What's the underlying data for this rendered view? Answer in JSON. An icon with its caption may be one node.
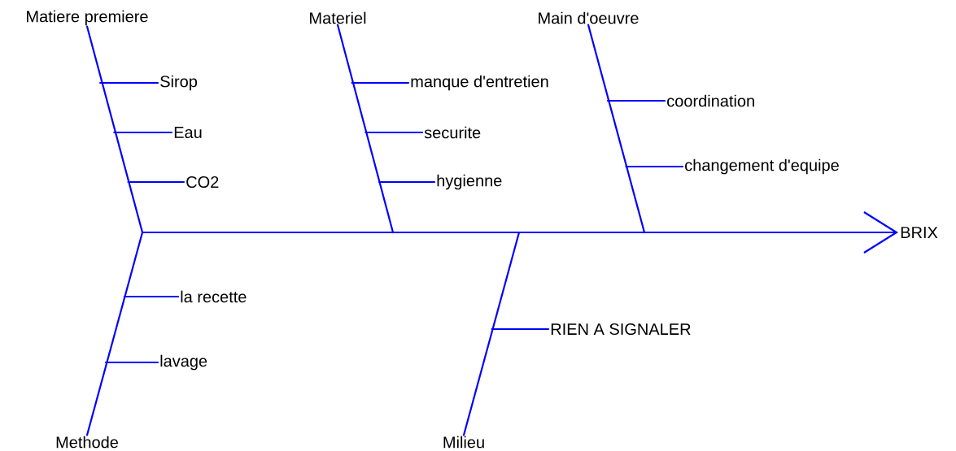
{
  "diagram": {
    "nodes": [
      {
        "text": [
          "Matiere premiere"
        ]
      },
      {
        "text": [
          "Sirop"
        ]
      },
      {
        "text": [
          "Eau"
        ]
      },
      {
        "text": [
          "CO2"
        ]
      },
      {
        "text": [
          "Materiel"
        ]
      },
      {
        "text": [
          "manque d'entretien"
        ]
      },
      {
        "text": [
          "securite"
        ]
      },
      {
        "text": [
          "hygienne"
        ]
      },
      {
        "text": [
          "Main d'oeuvre"
        ]
      },
      {
        "text": [
          "coordination"
        ]
      },
      {
        "text": [
          "changement d'equipe"
        ]
      },
      {
        "text": [
          "Methode"
        ]
      },
      {
        "text": [
          "la recette"
        ]
      },
      {
        "text": [
          "lavage"
        ]
      },
      {
        "text": [
          "Milieu"
        ]
      },
      {
        "text": [
          "RIEN A SIGNALER"
        ]
      },
      {
        "text": [
          "BRIX"
        ]
      }
    ],
    "edges": [
      {
        "from": null,
        "to": 16,
        "arrow": "to"
      },
      {
        "from": 0,
        "to": null,
        "arrow": "none"
      },
      {
        "from": 1,
        "to": null,
        "arrow": "none"
      },
      {
        "from": 2,
        "to": null,
        "arrow": "none"
      },
      {
        "from": 3,
        "to": null,
        "arrow": "none"
      },
      {
        "from": 4,
        "to": null,
        "arrow": "none"
      },
      {
        "from": 5,
        "to": null,
        "arrow": "none"
      },
      {
        "from": 6,
        "to": null,
        "arrow": "none"
      },
      {
        "from": 7,
        "to": null,
        "arrow": "none"
      },
      {
        "from": 8,
        "to": null,
        "arrow": "none"
      },
      {
        "from": 9,
        "to": null,
        "arrow": "none"
      },
      {
        "from": 10,
        "to": null,
        "arrow": "none"
      },
      {
        "from": 11,
        "to": null,
        "arrow": "none"
      },
      {
        "from": 12,
        "to": null,
        "arrow": "none"
      },
      {
        "from": 13,
        "to": null,
        "arrow": "none"
      },
      {
        "from": 14,
        "to": null,
        "arrow": "none"
      },
      {
        "from": 15,
        "to": null,
        "arrow": "none"
      }
    ]
  }
}
